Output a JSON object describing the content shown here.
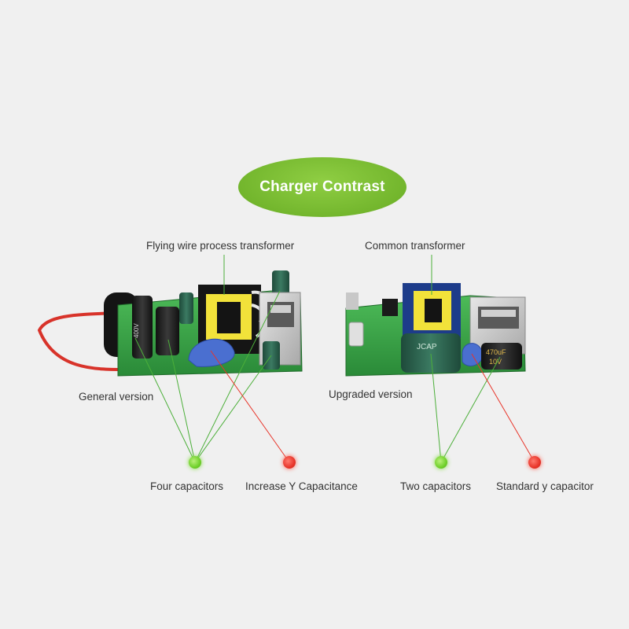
{
  "title": "Charger Contrast",
  "labels": {
    "flying_wire": "Flying wire process transformer",
    "common_transformer": "Common transformer",
    "general_version": "General version",
    "upgraded_version": "Upgraded version",
    "four_capacitors": "Four capacitors",
    "increase_y": "Increase Y Capacitance",
    "two_capacitors": "Two capacitors",
    "standard_y": "Standard y capacitor"
  },
  "component_markings": {
    "left_cap": "400V",
    "right_cap_1": "470uF",
    "right_cap_2": "10V",
    "right_big_cap": "JCAP"
  },
  "colors": {
    "title_fill": "#73b62d",
    "leader_green": "#4caf3a",
    "leader_red": "#e8352a",
    "pcb": "#3aa84a",
    "transformer_yellow": "#f2e23a"
  }
}
